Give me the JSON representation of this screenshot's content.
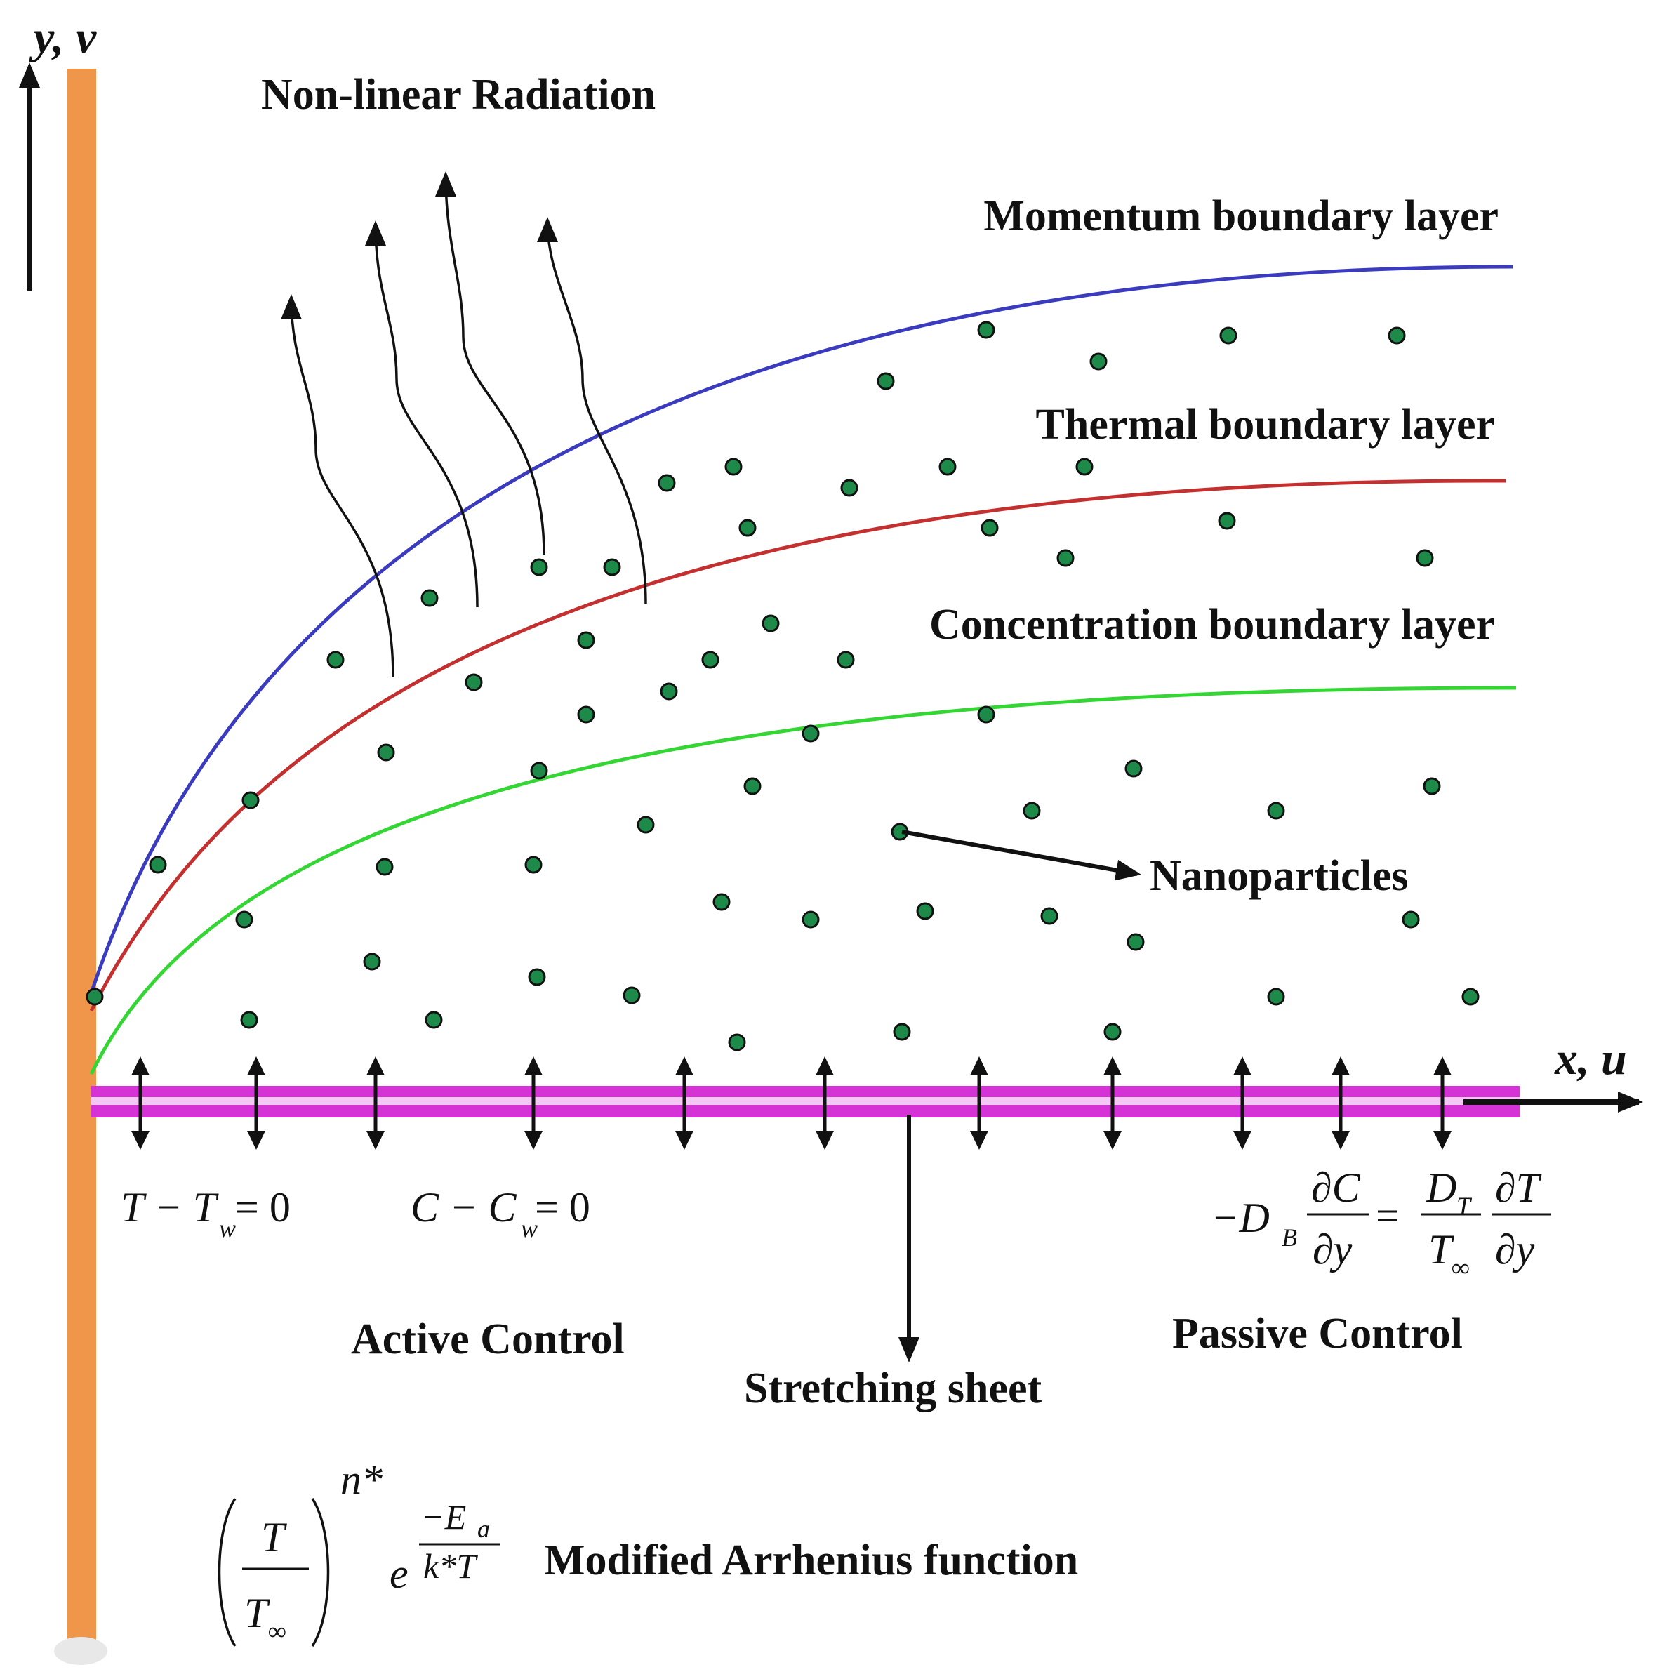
{
  "axes": {
    "y_label": "y, v",
    "x_label": "x, u"
  },
  "labels": {
    "radiation": "Non-linear Radiation",
    "momentum": "Momentum boundary layer",
    "thermal": "Thermal boundary layer",
    "concentration": "Concentration boundary layer",
    "nanoparticles": "Nanoparticles",
    "active_control": "Active Control",
    "passive_control": "Passive Control",
    "stretching_sheet": "Stretching sheet",
    "arrhenius": "Modified Arrhenius function"
  },
  "equations": {
    "active_T": {
      "main": "T − T",
      "sub": "w",
      "rhs": " = 0"
    },
    "active_C": {
      "main": "C − C",
      "sub": "w",
      "rhs": " = 0"
    },
    "passive": {
      "lead": "−D",
      "lead_sub": "B",
      "frac1_num": "∂C",
      "frac1_den": "∂y",
      "equals": "=",
      "frac2_num": "D",
      "frac2_num_sub": "T",
      "frac2_den": "T",
      "frac2_den_sub": "∞",
      "frac3_num": "∂T",
      "frac3_den": "∂y"
    },
    "arrhenius": {
      "num": "T",
      "den": "T",
      "den_sub": "∞",
      "exp": "n*",
      "base": "e",
      "e_num": "−E",
      "e_num_sub": "a",
      "e_den": "k*T"
    }
  },
  "colors": {
    "wall": "#f0964a",
    "sheet": "#d633d6",
    "momentum_curve": "#3b3bc0",
    "thermal_curve": "#c43030",
    "concentration_curve": "#33d633",
    "particle": "#1e8a4a",
    "ink": "#111111"
  }
}
